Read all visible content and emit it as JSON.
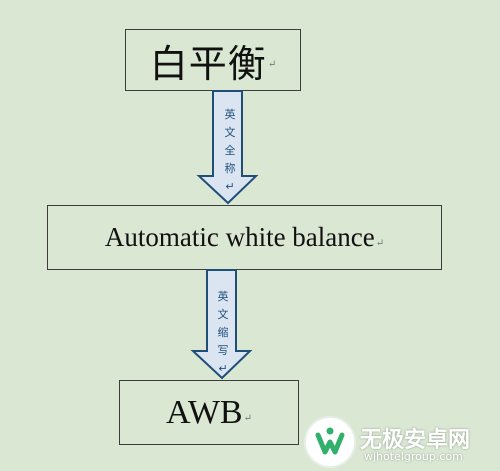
{
  "boxes": {
    "top": "白平衡",
    "middle": "Automatic white balance",
    "bottom": "AWB",
    "paragraph_mark": "↵"
  },
  "arrows": {
    "first_label": [
      "英",
      "文",
      "全",
      "称↵"
    ],
    "second_label": [
      "英",
      "文",
      "缩",
      "写↵"
    ]
  },
  "colors": {
    "background": "#d9e7d3",
    "box_border": "#3d3d3d",
    "arrow_fill": "#dbe5f1",
    "arrow_stroke": "#1f4e79",
    "label_text": "#1f4e79",
    "watermark_green": "#31b06c"
  },
  "watermark": {
    "title": "无极安卓网",
    "url": "wjhotelgroup.com",
    "icon": "wj-logo-icon"
  }
}
